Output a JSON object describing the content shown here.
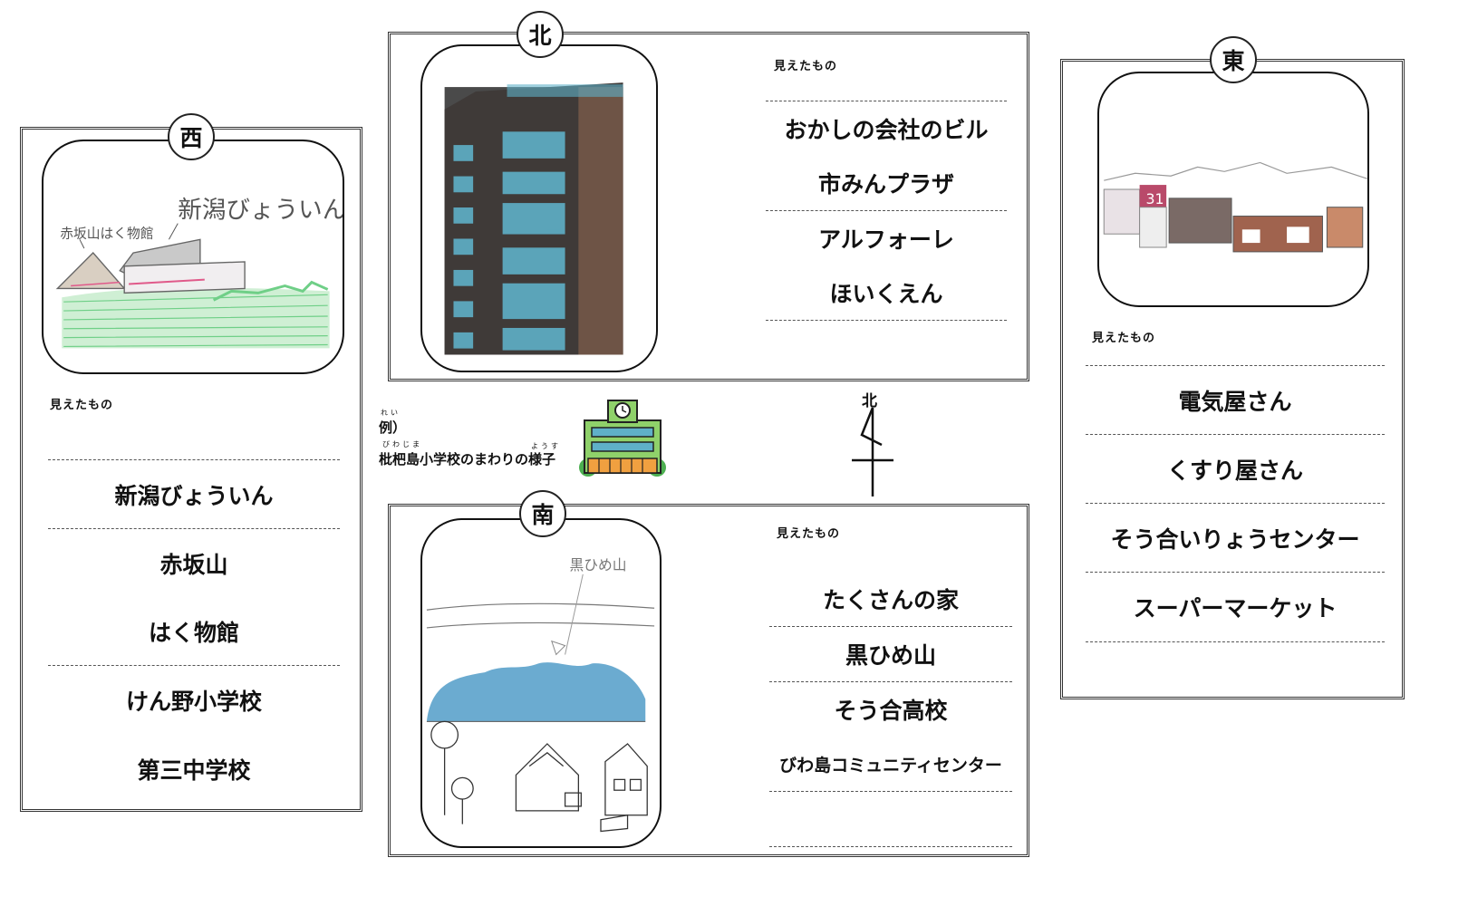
{
  "west": {
    "title": "西",
    "drawing_text": "新潟びょういん",
    "drawing_text2": "赤坂山はく物館",
    "seen_label": "見えたもの",
    "items": [
      "新潟びょういん",
      "赤坂山",
      "はく物館",
      "けん野小学校",
      "第三中学校"
    ]
  },
  "north": {
    "title": "北",
    "seen_label": "見えたもの",
    "items": [
      "おかしの会社のビル",
      "市みんプラザ",
      "アルフォーレ",
      "ほいくえん"
    ]
  },
  "east": {
    "title": "東",
    "seen_label": "見えたもの",
    "items": [
      "電気屋さん",
      "くすり屋さん",
      "そう合いりょうセンター",
      "スーパーマーケット"
    ]
  },
  "south": {
    "title": "南",
    "drawing_text": "黒ひめ山",
    "seen_label": "見えたもの",
    "items": [
      "たくさんの家",
      "黒ひめ山",
      "そう合高校",
      "びわ島コミュニティセンター"
    ]
  },
  "example": {
    "ruby_rei": "れい",
    "label": "例）",
    "ruby_biwajima": "びわじま",
    "ruby_yousu": "ようす",
    "caption": "枇杷島小学校のまわりの様子"
  },
  "compass": {
    "label": "北"
  },
  "colors": {
    "building_teal": "#5fb0c8",
    "building_green": "#8fd16a",
    "crayon_green": "#3fbf5f",
    "crayon_blue": "#3a8fc0"
  }
}
